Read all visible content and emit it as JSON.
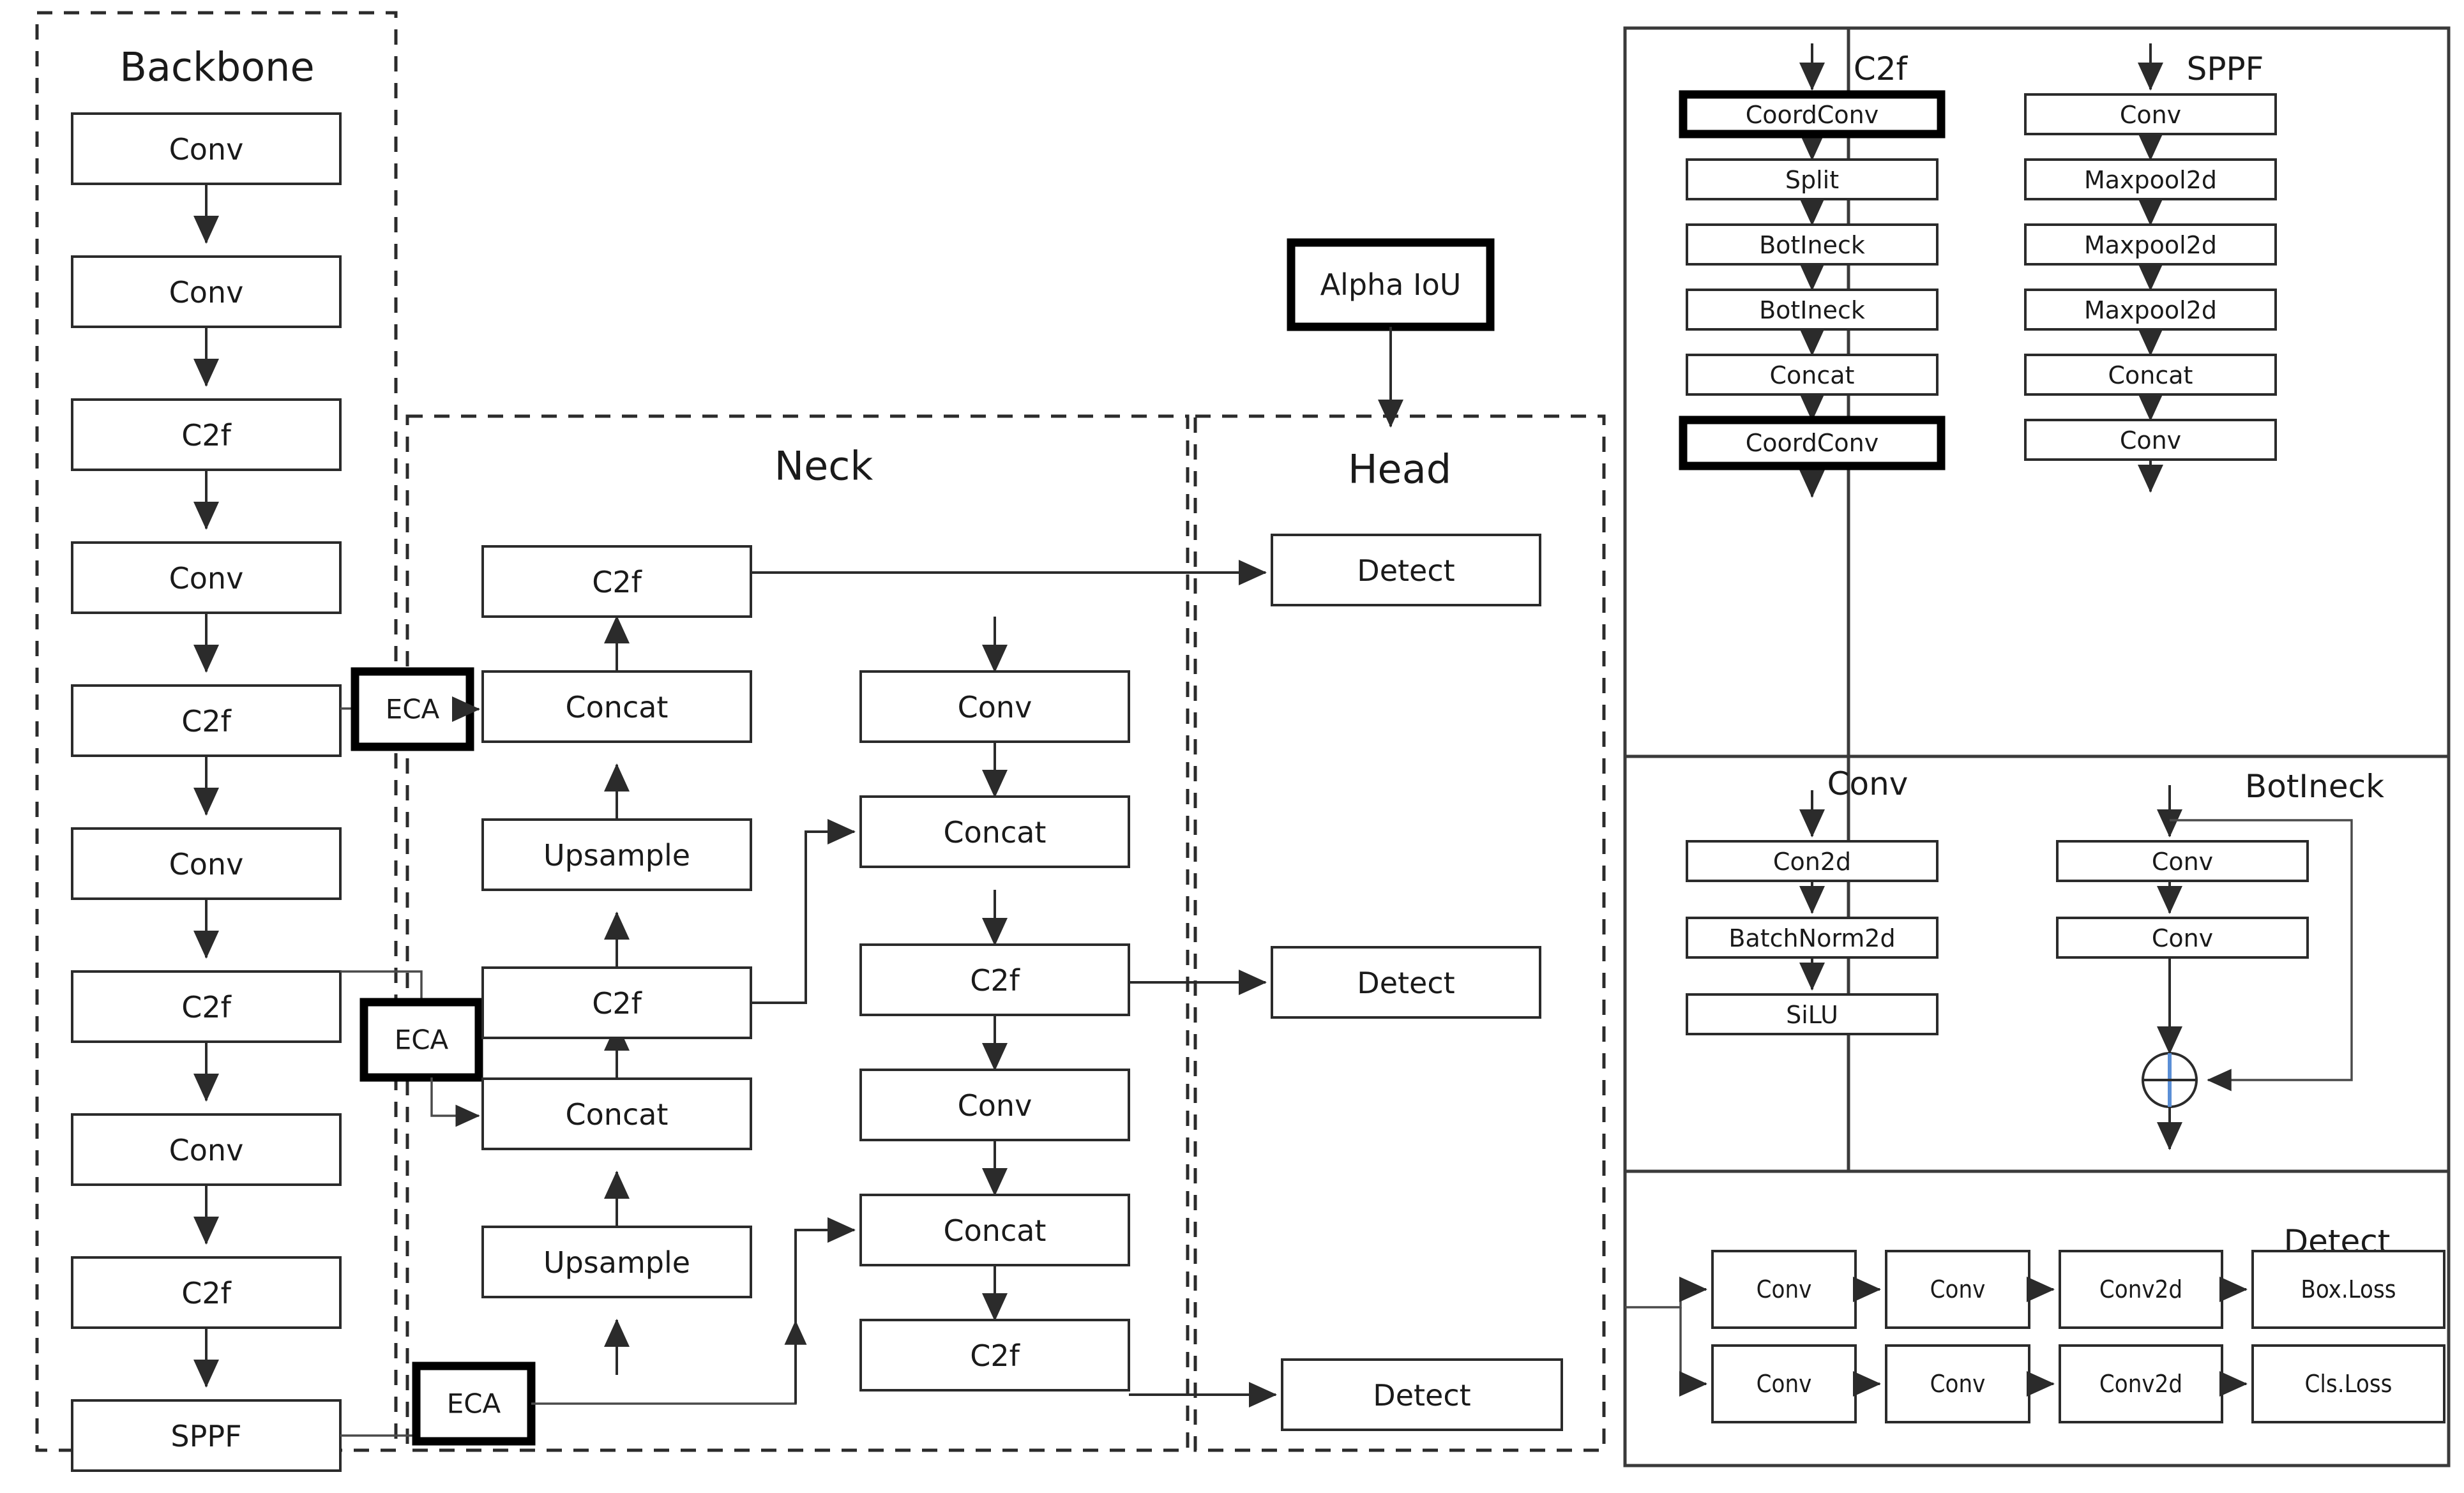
{
  "diagram": {
    "title_backbone": "Backbone",
    "title_neck": "Neck",
    "title_head": "Head",
    "accent_bold": "#000000",
    "line_color": "#2b2b2b"
  },
  "backbone": {
    "label": "Backbone",
    "blocks": [
      {
        "id": "bb0",
        "label": "Conv"
      },
      {
        "id": "bb1",
        "label": "Conv"
      },
      {
        "id": "bb2",
        "label": "C2f"
      },
      {
        "id": "bb3",
        "label": "Conv"
      },
      {
        "id": "bb4",
        "label": "C2f"
      },
      {
        "id": "bb5",
        "label": "Conv"
      },
      {
        "id": "bb6",
        "label": "C2f"
      },
      {
        "id": "bb7",
        "label": "Conv"
      },
      {
        "id": "bb8",
        "label": "C2f"
      },
      {
        "id": "bb9",
        "label": "SPPF"
      }
    ]
  },
  "attention": {
    "blocks": [
      {
        "id": "eca1",
        "label": "ECA"
      },
      {
        "id": "eca2",
        "label": "ECA"
      },
      {
        "id": "eca3",
        "label": "ECA"
      }
    ]
  },
  "neck": {
    "label": "Neck",
    "left_column": [
      {
        "id": "nl0",
        "label": "C2f"
      },
      {
        "id": "nl1",
        "label": "Concat"
      },
      {
        "id": "nl2",
        "label": "Upsample"
      },
      {
        "id": "nl3",
        "label": "C2f"
      },
      {
        "id": "nl4",
        "label": "Concat"
      },
      {
        "id": "nl5",
        "label": "Upsample"
      }
    ],
    "right_column": [
      {
        "id": "nr0",
        "label": "Conv"
      },
      {
        "id": "nr1",
        "label": "Concat"
      },
      {
        "id": "nr2",
        "label": "C2f"
      },
      {
        "id": "nr3",
        "label": "Conv"
      },
      {
        "id": "nr4",
        "label": "Concat"
      },
      {
        "id": "nr5",
        "label": "C2f"
      }
    ]
  },
  "head": {
    "label": "Head",
    "loss_block": {
      "id": "alpha",
      "label": "Alpha IoU"
    },
    "blocks": [
      {
        "id": "det1",
        "label": "Detect"
      },
      {
        "id": "det2",
        "label": "Detect"
      },
      {
        "id": "det3",
        "label": "Detect"
      }
    ]
  },
  "modules": {
    "c2f": {
      "title": "C2f",
      "blocks": [
        {
          "label": "CoordConv",
          "bold": true
        },
        {
          "label": "Split",
          "bold": false
        },
        {
          "label": "BotIneck",
          "bold": false
        },
        {
          "label": "BotIneck",
          "bold": false
        },
        {
          "label": "Concat",
          "bold": false
        },
        {
          "label": "CoordConv",
          "bold": true
        }
      ]
    },
    "sppf": {
      "title": "SPPF",
      "blocks": [
        {
          "label": "Conv"
        },
        {
          "label": "Maxpool2d"
        },
        {
          "label": "Maxpool2d"
        },
        {
          "label": "Maxpool2d"
        },
        {
          "label": "Concat"
        },
        {
          "label": "Conv"
        }
      ]
    },
    "conv": {
      "title": "Conv",
      "blocks": [
        {
          "label": "Con2d"
        },
        {
          "label": "BatchNorm2d"
        },
        {
          "label": "SiLU"
        }
      ]
    },
    "botineck": {
      "title": "BotIneck",
      "blocks": [
        {
          "label": "Conv"
        },
        {
          "label": "Conv"
        }
      ],
      "add_node": "plus-circle"
    },
    "detect": {
      "title": "Detect",
      "branch_box": [
        {
          "label": "Conv"
        },
        {
          "label": "Conv"
        },
        {
          "label": "Conv2d"
        },
        {
          "label": "Box.Loss"
        }
      ],
      "branch_cls": [
        {
          "label": "Conv"
        },
        {
          "label": "Conv"
        },
        {
          "label": "Conv2d"
        },
        {
          "label": "Cls.Loss"
        }
      ]
    }
  }
}
